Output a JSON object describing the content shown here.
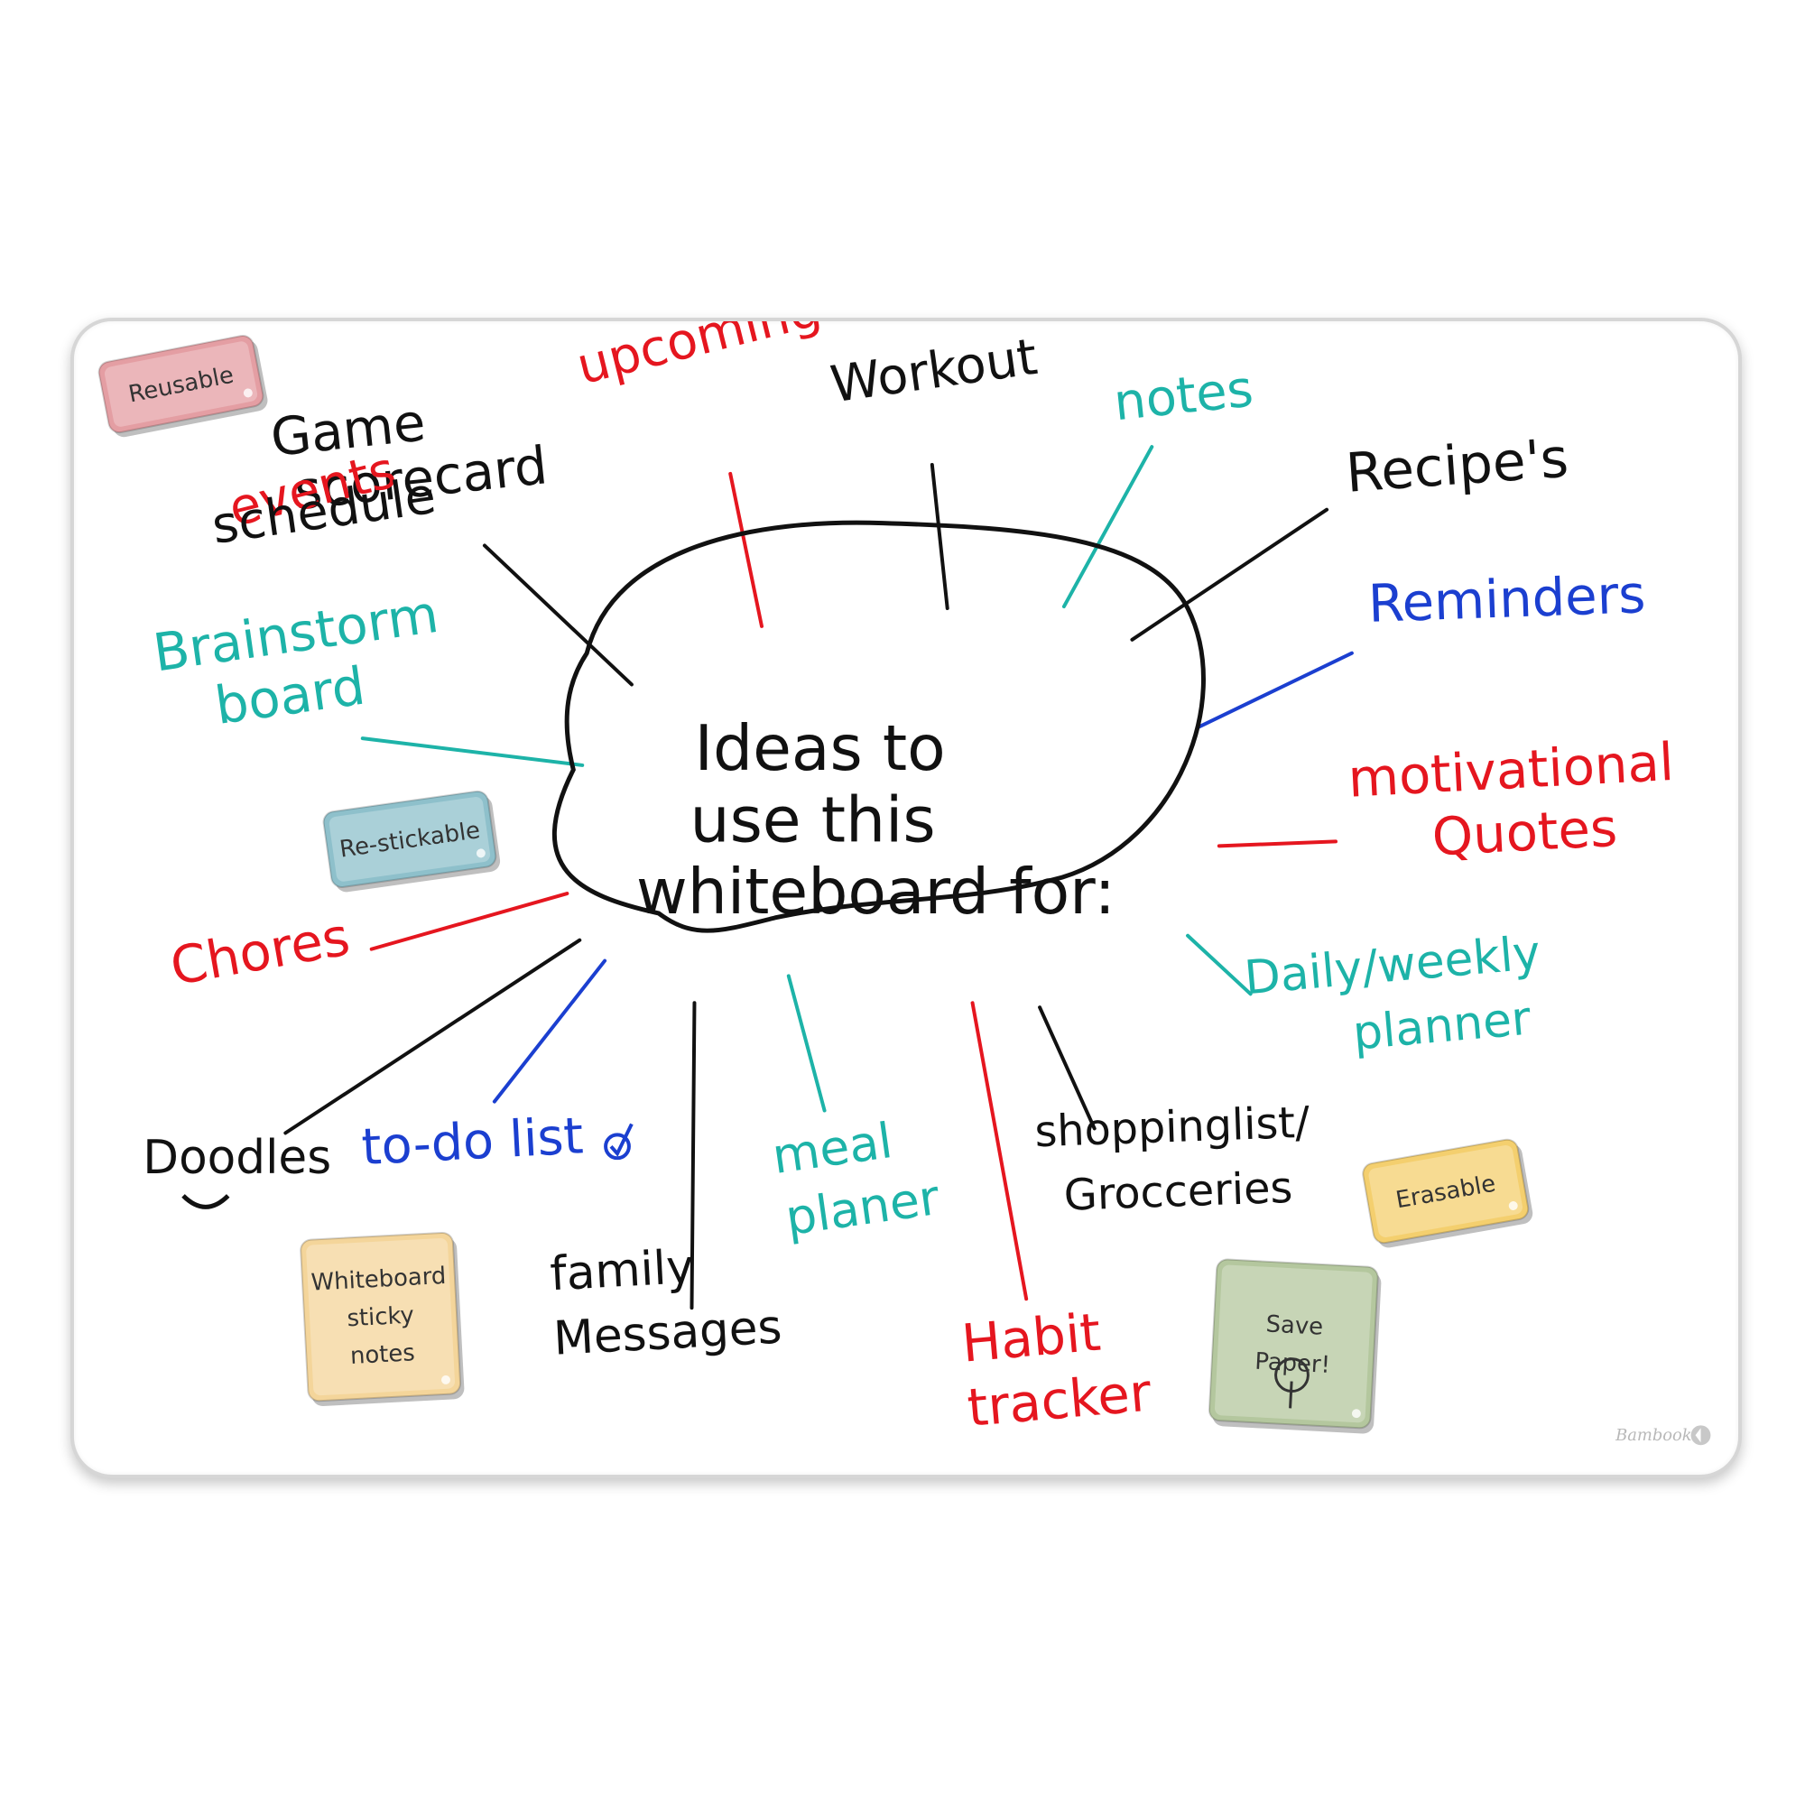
{
  "colors": {
    "black": "#111111",
    "red": "#e5161f",
    "teal": "#1db3a8",
    "blue": "#1b3fd0"
  },
  "center": {
    "lines": [
      "Ideas to",
      "use this",
      "whiteboard for:"
    ]
  },
  "labels": [
    {
      "id": "game-scorecard",
      "lines": [
        "Game",
        "scorecard"
      ],
      "color": "black"
    },
    {
      "id": "upcoming-events",
      "lines": [
        "upcoming",
        "events"
      ],
      "color": "red"
    },
    {
      "id": "workout-schedule",
      "lines": [
        "Workout",
        "schedule"
      ],
      "color": "black"
    },
    {
      "id": "notes",
      "lines": [
        "notes"
      ],
      "color": "teal"
    },
    {
      "id": "recipes",
      "lines": [
        "Recipe's"
      ],
      "color": "black"
    },
    {
      "id": "reminders",
      "lines": [
        "Reminders"
      ],
      "color": "blue"
    },
    {
      "id": "brainstorm-board",
      "lines": [
        "Brainstorm",
        "board"
      ],
      "color": "teal"
    },
    {
      "id": "motivational-quotes",
      "lines": [
        "motivational",
        "Quotes"
      ],
      "color": "red"
    },
    {
      "id": "chores",
      "lines": [
        "Chores"
      ],
      "color": "red"
    },
    {
      "id": "daily-weekly-planner",
      "lines": [
        "Daily/weekly",
        "planner"
      ],
      "color": "teal"
    },
    {
      "id": "doodles",
      "lines": [
        "Doodles"
      ],
      "color": "black"
    },
    {
      "id": "to-do-list",
      "lines": [
        "to-do list"
      ],
      "color": "blue"
    },
    {
      "id": "family-messages",
      "lines": [
        "family",
        "Messages"
      ],
      "color": "black"
    },
    {
      "id": "meal-planer",
      "lines": [
        "meal",
        "planer"
      ],
      "color": "teal"
    },
    {
      "id": "habit-tracker",
      "lines": [
        "Habit",
        "tracker"
      ],
      "color": "red"
    },
    {
      "id": "shoppinglist-groceries",
      "lines": [
        "shoppinglist/",
        "Grocceries"
      ],
      "color": "black"
    }
  ],
  "stickies": [
    {
      "id": "reusable",
      "lines": [
        "Reusable"
      ],
      "color": "#e49ea3"
    },
    {
      "id": "re-stickable",
      "lines": [
        "Re-stickable"
      ],
      "color": "#8ec0cb"
    },
    {
      "id": "erasable",
      "lines": [
        "Erasable"
      ],
      "color": "#f4cf6e"
    },
    {
      "id": "whiteboard-sticky-notes",
      "lines": [
        "Whiteboard",
        "sticky",
        "notes"
      ],
      "color": "#f4d59a"
    },
    {
      "id": "save-paper",
      "lines": [
        "Save",
        "Paper!"
      ],
      "color": "#b4c79e"
    }
  ],
  "brand": "Bambook"
}
